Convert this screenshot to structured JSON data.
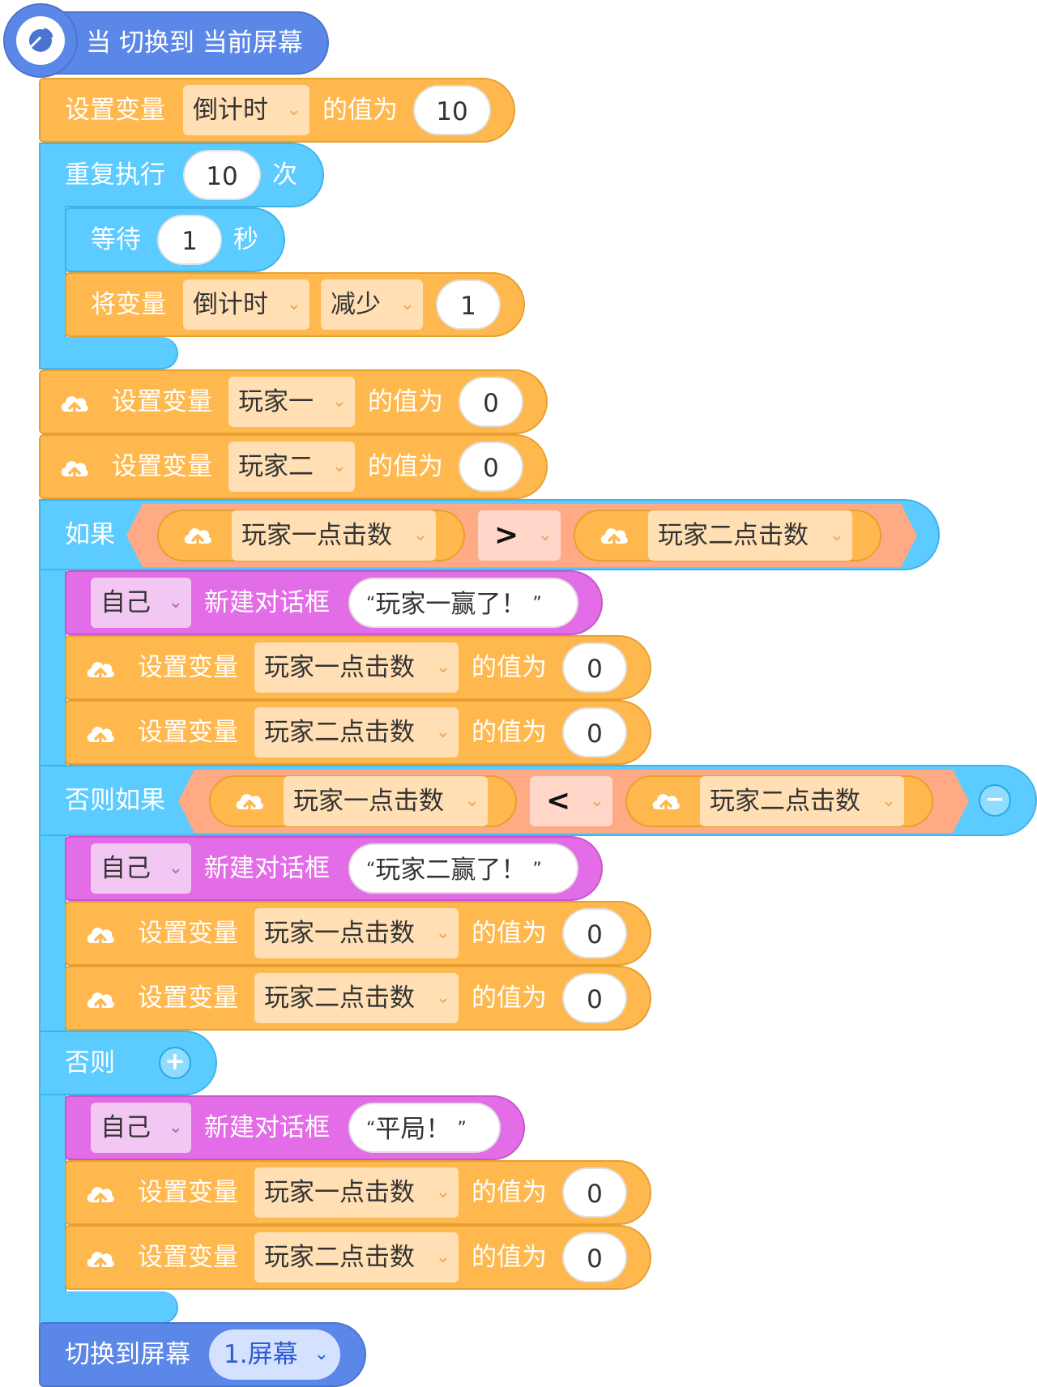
{
  "event": {
    "label": "当 切换到 当前屏幕"
  },
  "set_countdown": {
    "prefix": "设置变量",
    "var": "倒计时",
    "mid": "的值为",
    "value": "10"
  },
  "repeat": {
    "prefix": "重复执行",
    "times": "10",
    "suffix": "次"
  },
  "wait": {
    "prefix": "等待",
    "seconds": "1",
    "suffix": "秒"
  },
  "change_var": {
    "prefix": "将变量",
    "var": "倒计时",
    "op": "减少",
    "value": "1"
  },
  "set_p1": {
    "prefix": "设置变量",
    "var": "玩家一",
    "mid": "的值为",
    "value": "0"
  },
  "set_p2": {
    "prefix": "设置变量",
    "var": "玩家二",
    "mid": "的值为",
    "value": "0"
  },
  "if_block": {
    "if_label": "如果",
    "elseif_label": "否则如果",
    "else_label": "否则",
    "cond1": {
      "left": "玩家一点击数",
      "op": ">",
      "right": "玩家二点击数"
    },
    "cond2": {
      "left": "玩家一点击数",
      "op": "<",
      "right": "玩家二点击数"
    },
    "remove_btn": "−",
    "add_btn": "+"
  },
  "say": {
    "target": "自己",
    "label": "新建对话框",
    "open_quote": "“",
    "close_quote": "”"
  },
  "messages": {
    "p1_win": "玩家一赢了！",
    "p2_win": "玩家二赢了！",
    "draw": "平局！"
  },
  "reset": {
    "prefix": "设置变量",
    "var1": "玩家一点击数",
    "var2": "玩家二点击数",
    "mid": "的值为",
    "value": "0"
  },
  "switch_screen": {
    "label": "切换到屏幕",
    "screen_num": "1.",
    "screen_name": "屏幕"
  },
  "icons": {
    "event": "satellite-icon",
    "cloud": "cloud-upload-icon",
    "dropdown": "chevron-down-icon"
  },
  "colors": {
    "event": "#5b87e8",
    "variable": "#ffb84d",
    "control": "#5ccbff",
    "looks": "#e36de6",
    "operator": "#ffaa85"
  }
}
